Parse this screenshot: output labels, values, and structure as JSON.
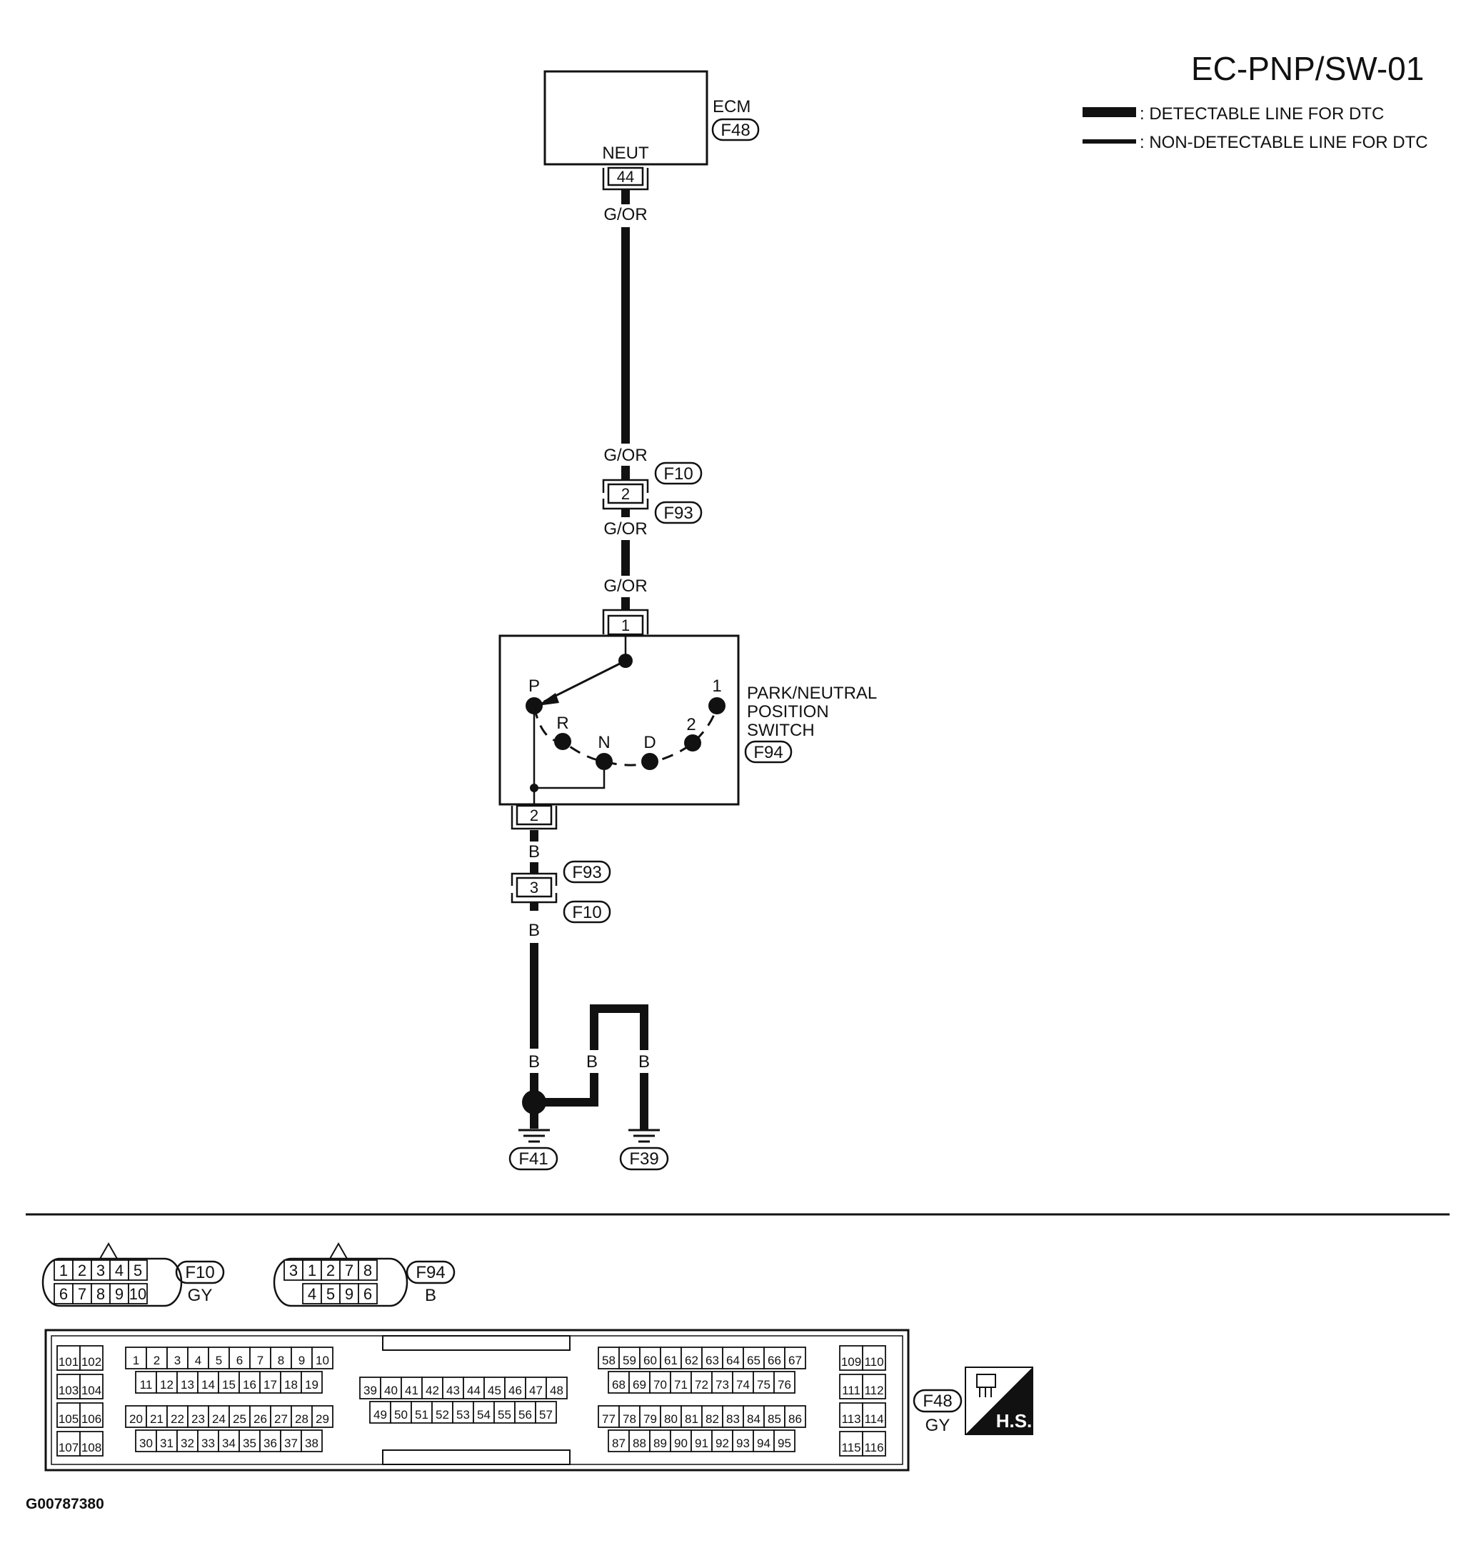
{
  "title": "EC-PNP/SW-01",
  "legend": {
    "detectable": ": DETECTABLE LINE FOR DTC",
    "non_detectable": ": NON-DETECTABLE LINE FOR DTC"
  },
  "ecm": {
    "name": "ECM",
    "connector": "F48",
    "terminal_name": "NEUT",
    "terminal": "44"
  },
  "wires": {
    "g_or": "G/OR",
    "b": "B"
  },
  "joint_upper": {
    "pin": "2",
    "conn_a": "F10",
    "conn_b": "F93"
  },
  "joint_lower": {
    "pin": "3",
    "conn_a": "F93",
    "conn_b": "F10"
  },
  "pnp_switch": {
    "line1": "PARK/NEUTRAL",
    "line2": "POSITION",
    "line3": "SWITCH",
    "connector": "F94",
    "pin_top": "1",
    "pin_bottom": "2",
    "positions": [
      "P",
      "R",
      "N",
      "D",
      "2",
      "1"
    ]
  },
  "grounds": [
    "F41",
    "F39"
  ],
  "f10_conn": {
    "id": "F10",
    "color": "GY",
    "row1": [
      "1",
      "2",
      "3",
      "4",
      "5"
    ],
    "row2": [
      "6",
      "7",
      "8",
      "9",
      "10"
    ]
  },
  "f94_conn": {
    "id": "F94",
    "color": "B",
    "row1": [
      "3",
      "1",
      "2",
      "7",
      "8"
    ],
    "row2": [
      "4",
      "5",
      "9",
      "6"
    ]
  },
  "f48_conn": {
    "id": "F48",
    "color": "GY",
    "hs": "H.S.",
    "left_block": [
      [
        "101",
        "102"
      ],
      [
        "103",
        "104"
      ],
      [
        "105",
        "106"
      ],
      [
        "107",
        "108"
      ]
    ],
    "right_block": [
      [
        "109",
        "110"
      ],
      [
        "111",
        "112"
      ],
      [
        "113",
        "114"
      ],
      [
        "115",
        "116"
      ]
    ],
    "a_row1": [
      "1",
      "2",
      "3",
      "4",
      "5",
      "6",
      "7",
      "8",
      "9",
      "10"
    ],
    "a_row2": [
      "11",
      "12",
      "13",
      "14",
      "15",
      "16",
      "17",
      "18",
      "19"
    ],
    "a_row3": [
      "20",
      "21",
      "22",
      "23",
      "24",
      "25",
      "26",
      "27",
      "28",
      "29"
    ],
    "a_row4": [
      "30",
      "31",
      "32",
      "33",
      "34",
      "35",
      "36",
      "37",
      "38"
    ],
    "b_row1": [
      "39",
      "40",
      "41",
      "42",
      "43",
      "44",
      "45",
      "46",
      "47",
      "48"
    ],
    "b_row2": [
      "49",
      "50",
      "51",
      "52",
      "53",
      "54",
      "55",
      "56",
      "57"
    ],
    "c_row1": [
      "58",
      "59",
      "60",
      "61",
      "62",
      "63",
      "64",
      "65",
      "66",
      "67"
    ],
    "c_row2": [
      "68",
      "69",
      "70",
      "71",
      "72",
      "73",
      "74",
      "75",
      "76"
    ],
    "c_row3": [
      "77",
      "78",
      "79",
      "80",
      "81",
      "82",
      "83",
      "84",
      "85",
      "86"
    ],
    "c_row4": [
      "87",
      "88",
      "89",
      "90",
      "91",
      "92",
      "93",
      "94",
      "95"
    ]
  },
  "figure_id": "G00787380"
}
